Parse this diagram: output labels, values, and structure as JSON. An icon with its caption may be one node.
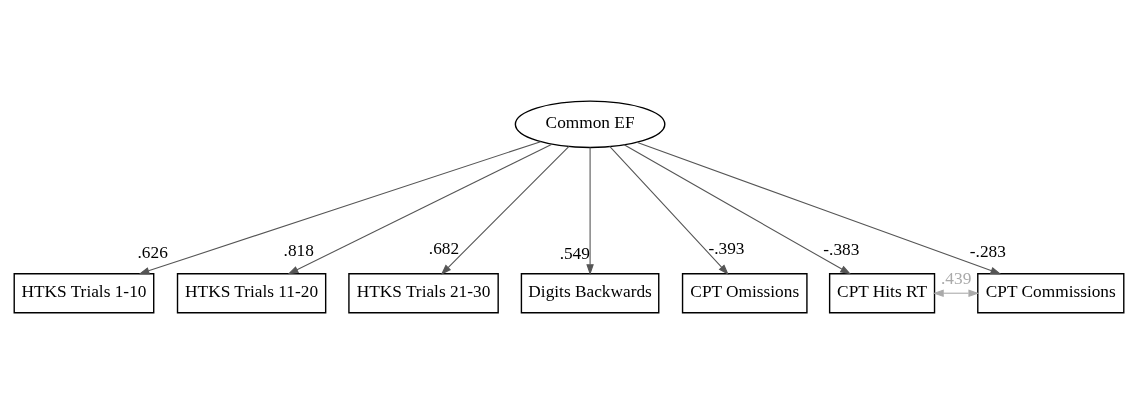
{
  "diagram": {
    "nodes": [
      {
        "text": [
          "Common EF"
        ]
      },
      {
        "text": [
          "HTKS Trials 1-10"
        ]
      },
      {
        "text": [
          "HTKS Trials 11-20"
        ]
      },
      {
        "text": [
          "HTKS Trials 21-30"
        ]
      },
      {
        "text": [
          "Digits Backwards"
        ]
      },
      {
        "text": [
          "CPT Omissions"
        ]
      },
      {
        "text": [
          "CPT Hits RT"
        ]
      },
      {
        "text": [
          "CPT Commissions"
        ]
      }
    ],
    "edges": [
      {
        "from": 0,
        "to": 1,
        "arrow": "to",
        "label": ".626"
      },
      {
        "from": 0,
        "to": 2,
        "arrow": "to",
        "label": ".818"
      },
      {
        "from": 0,
        "to": 3,
        "arrow": "to",
        "label": ".682"
      },
      {
        "from": 0,
        "to": 4,
        "arrow": "to",
        "label": ".549"
      },
      {
        "from": 0,
        "to": 5,
        "arrow": "to",
        "label": "-.393"
      },
      {
        "from": 0,
        "to": 6,
        "arrow": "to",
        "label": "-.383"
      },
      {
        "from": 0,
        "to": 7,
        "arrow": "to",
        "label": "-.283"
      },
      {
        "from": 6,
        "to": 7,
        "arrow": "both",
        "label": ".439",
        "color": "#aaaaaa"
      }
    ]
  }
}
